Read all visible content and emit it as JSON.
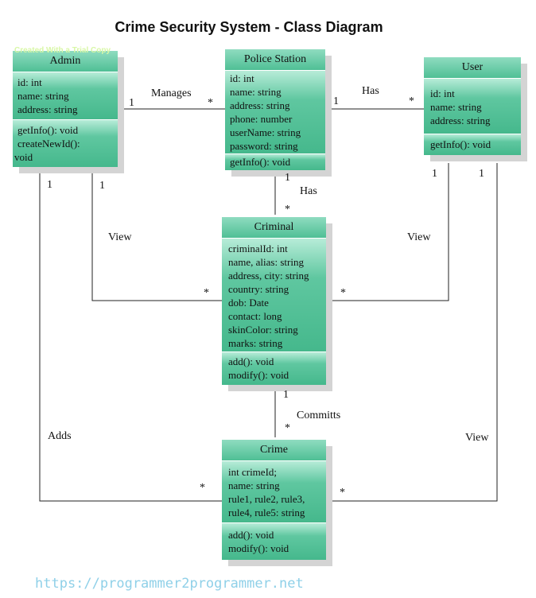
{
  "title": "Crime Security System - Class Diagram",
  "watermark": "Created With a Trial Copy",
  "footer_url": "https://programmer2programmer.net",
  "classes": {
    "admin": {
      "name": "Admin",
      "attributes": [
        "id: int",
        "name: string",
        "address: string"
      ],
      "methods": [
        "getInfo(): void",
        "createNewId():",
        "void"
      ]
    },
    "police_station": {
      "name": "Police Station",
      "attributes": [
        "id: int",
        "name: string",
        "address: string",
        "phone: number",
        "userName: string",
        "password: string"
      ],
      "methods": [
        "getInfo(): void"
      ]
    },
    "user": {
      "name": "User",
      "attributes": [
        "id: int",
        "name: string",
        "address: string"
      ],
      "methods": [
        "getInfo(): void"
      ]
    },
    "criminal": {
      "name": "Criminal",
      "attributes": [
        "criminalId: int",
        "name, alias: string",
        "address, city: string",
        "country: string",
        "dob: Date",
        "contact: long",
        "skinColor: string",
        "marks: string"
      ],
      "methods": [
        "add(): void",
        "modify(): void"
      ]
    },
    "crime": {
      "name": "Crime",
      "attributes": [
        "int  crimeId;",
        "name: string",
        "rule1, rule2, rule3,",
        "rule4, rule5: string"
      ],
      "methods": [
        "add(): void",
        "modify(): void"
      ]
    }
  },
  "relations": {
    "manages": {
      "label": "Manages",
      "from_mult": "1",
      "to_mult": "*"
    },
    "has_user": {
      "label": "Has",
      "from_mult": "1",
      "to_mult": "*"
    },
    "has_criminal": {
      "label": "Has",
      "from_mult": "1",
      "to_mult": "*"
    },
    "admin_view": {
      "label": "View",
      "from_mult": "1",
      "to_mult": "*"
    },
    "user_view_criminal": {
      "label": "View",
      "from_mult": "1",
      "to_mult": "*"
    },
    "commits": {
      "label": "Committs",
      "from_mult": "1",
      "to_mult": "*"
    },
    "adds": {
      "label": "Adds",
      "from_mult": "1",
      "to_mult": "*"
    },
    "user_view_crime": {
      "label": "View",
      "from_mult": "1",
      "to_mult": "*"
    }
  }
}
